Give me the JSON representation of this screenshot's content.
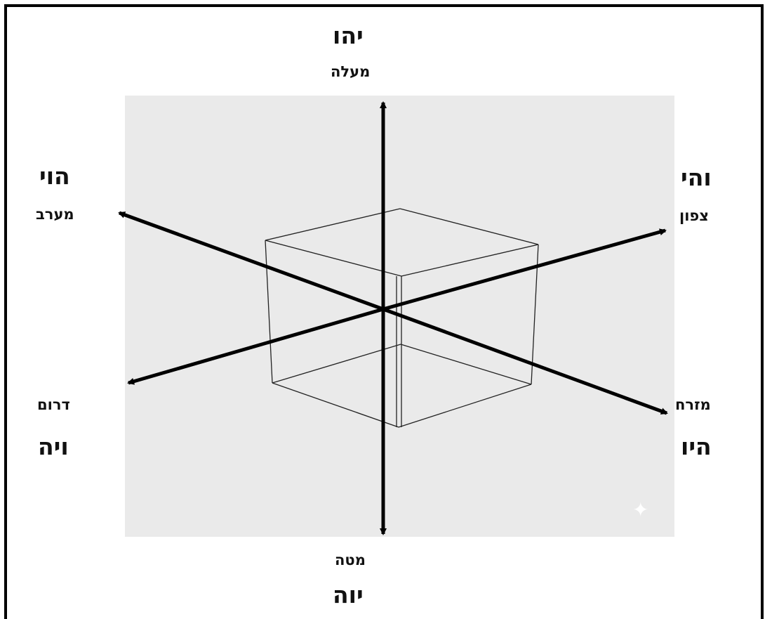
{
  "diagram": {
    "top": {
      "name": "יהו",
      "direction": "מעלה"
    },
    "bottom": {
      "direction": "מטה",
      "name": "יוה"
    },
    "upper_left": {
      "name": "הוי",
      "direction": "מערב"
    },
    "upper_right": {
      "name": "והי",
      "direction": "צפון"
    },
    "lower_left": {
      "direction": "דרום",
      "name": "ויה"
    },
    "lower_right": {
      "direction": "מזרח",
      "name": "היו"
    }
  },
  "icons": {
    "sparkle": "sparkle-icon"
  }
}
